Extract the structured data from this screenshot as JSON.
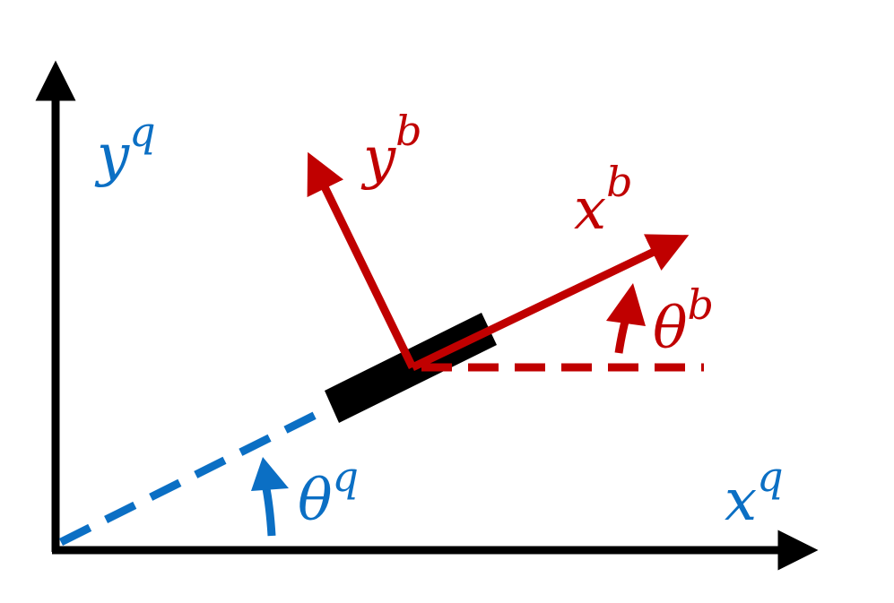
{
  "colors": {
    "world": "#000000",
    "quad": "#0b6fc4",
    "body": "#c00000"
  },
  "labels": {
    "yq": {
      "base": "y",
      "sup": "q"
    },
    "xq": {
      "base": "x",
      "sup": "q"
    },
    "theta_q": {
      "base": "θ",
      "sup": "q"
    },
    "yb": {
      "base": "y",
      "sup": "b"
    },
    "xb": {
      "base": "x",
      "sup": "b"
    },
    "theta_b": {
      "base": "θ",
      "sup": "b"
    }
  }
}
